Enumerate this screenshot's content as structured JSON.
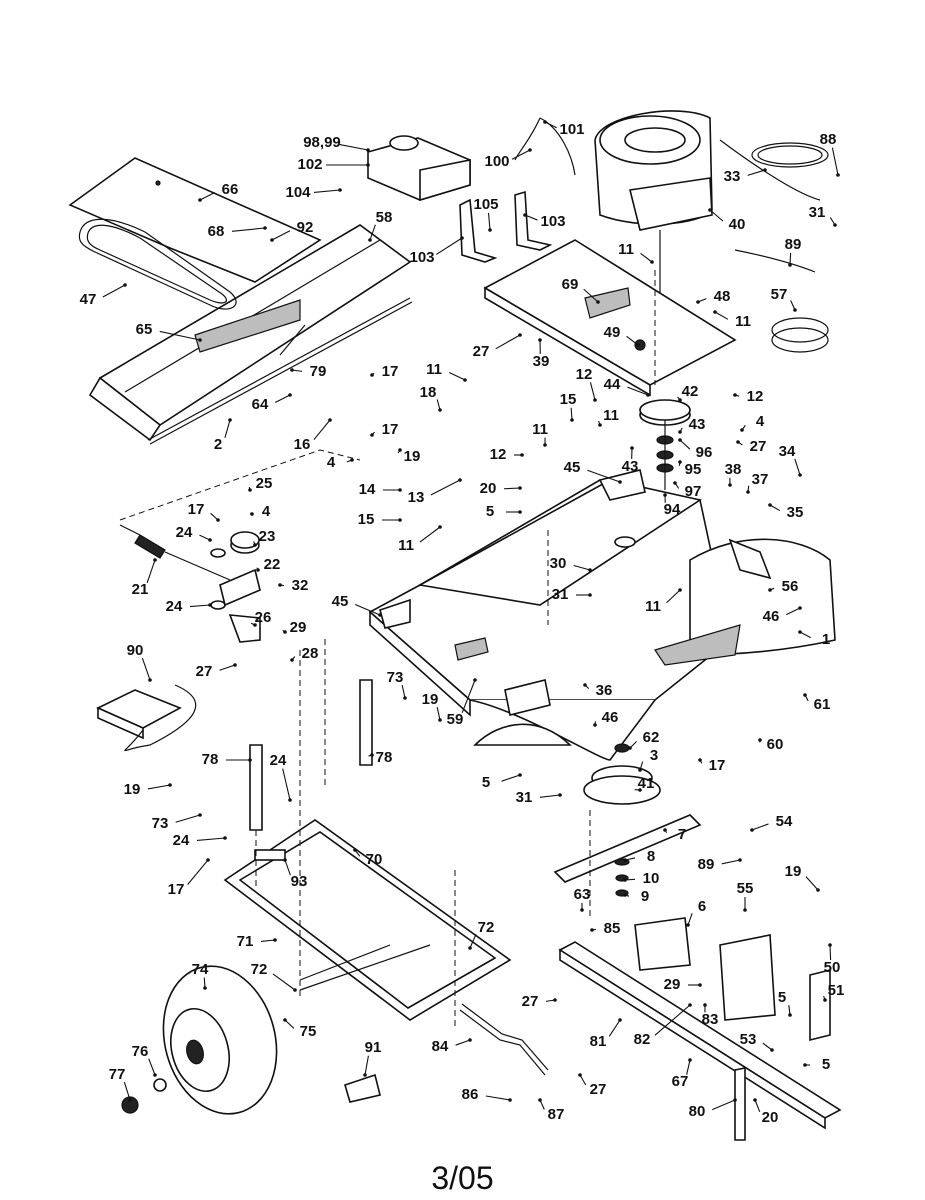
{
  "page_number": "3/05",
  "callouts": [
    {
      "id": "c1",
      "label": "98,99"
    },
    {
      "id": "c2",
      "label": "101"
    },
    {
      "id": "c3",
      "label": "88"
    },
    {
      "id": "c4",
      "label": "100"
    },
    {
      "id": "c5",
      "label": "102"
    },
    {
      "id": "c6",
      "label": "33"
    },
    {
      "id": "c7",
      "label": "66"
    },
    {
      "id": "c8",
      "label": "104"
    },
    {
      "id": "c9",
      "label": "105"
    },
    {
      "id": "c10",
      "label": "103"
    },
    {
      "id": "c11",
      "label": "40"
    },
    {
      "id": "c12",
      "label": "31"
    },
    {
      "id": "c13",
      "label": "68"
    },
    {
      "id": "c14",
      "label": "92"
    },
    {
      "id": "c15",
      "label": "58"
    },
    {
      "id": "c16",
      "label": "103"
    },
    {
      "id": "c17",
      "label": "11"
    },
    {
      "id": "c18",
      "label": "89"
    },
    {
      "id": "c19",
      "label": "69"
    },
    {
      "id": "c20",
      "label": "48"
    },
    {
      "id": "c21",
      "label": "57"
    },
    {
      "id": "c22",
      "label": "47"
    },
    {
      "id": "c23",
      "label": "11"
    },
    {
      "id": "c24",
      "label": "65"
    },
    {
      "id": "c25",
      "label": "49"
    },
    {
      "id": "c26",
      "label": "27"
    },
    {
      "id": "c27",
      "label": "39"
    },
    {
      "id": "c28",
      "label": "79"
    },
    {
      "id": "c29",
      "label": "17"
    },
    {
      "id": "c30",
      "label": "11"
    },
    {
      "id": "c31",
      "label": "12"
    },
    {
      "id": "c32",
      "label": "44"
    },
    {
      "id": "c33",
      "label": "42"
    },
    {
      "id": "c34",
      "label": "12"
    },
    {
      "id": "c35",
      "label": "18"
    },
    {
      "id": "c36",
      "label": "64"
    },
    {
      "id": "c37",
      "label": "15"
    },
    {
      "id": "c38",
      "label": "11"
    },
    {
      "id": "c39",
      "label": "43"
    },
    {
      "id": "c40",
      "label": "4"
    },
    {
      "id": "c41",
      "label": "2"
    },
    {
      "id": "c42",
      "label": "17"
    },
    {
      "id": "c43",
      "label": "11"
    },
    {
      "id": "c44",
      "label": "96"
    },
    {
      "id": "c45",
      "label": "27"
    },
    {
      "id": "c46",
      "label": "16"
    },
    {
      "id": "c47",
      "label": "19"
    },
    {
      "id": "c48",
      "label": "12"
    },
    {
      "id": "c49",
      "label": "43"
    },
    {
      "id": "c50",
      "label": "95"
    },
    {
      "id": "c51",
      "label": "34"
    },
    {
      "id": "c52",
      "label": "4"
    },
    {
      "id": "c53",
      "label": "45"
    },
    {
      "id": "c54",
      "label": "38"
    },
    {
      "id": "c55",
      "label": "37"
    },
    {
      "id": "c56",
      "label": "97"
    },
    {
      "id": "c57",
      "label": "25"
    },
    {
      "id": "c58",
      "label": "14"
    },
    {
      "id": "c59",
      "label": "13"
    },
    {
      "id": "c60",
      "label": "20"
    },
    {
      "id": "c61",
      "label": "94"
    },
    {
      "id": "c62",
      "label": "35"
    },
    {
      "id": "c63",
      "label": "4"
    },
    {
      "id": "c64",
      "label": "5"
    },
    {
      "id": "c65",
      "label": "17"
    },
    {
      "id": "c66",
      "label": "23"
    },
    {
      "id": "c67",
      "label": "15"
    },
    {
      "id": "c68",
      "label": "24"
    },
    {
      "id": "c69",
      "label": "11"
    },
    {
      "id": "c70",
      "label": "22"
    },
    {
      "id": "c71",
      "label": "30"
    },
    {
      "id": "c72",
      "label": "21"
    },
    {
      "id": "c73",
      "label": "32"
    },
    {
      "id": "c74",
      "label": "56"
    },
    {
      "id": "c75",
      "label": "31"
    },
    {
      "id": "c76",
      "label": "24"
    },
    {
      "id": "c77",
      "label": "45"
    },
    {
      "id": "c78",
      "label": "11"
    },
    {
      "id": "c79",
      "label": "46"
    },
    {
      "id": "c80",
      "label": "26"
    },
    {
      "id": "c81",
      "label": "29"
    },
    {
      "id": "c82",
      "label": "90"
    },
    {
      "id": "c83",
      "label": "1"
    },
    {
      "id": "c84",
      "label": "28"
    },
    {
      "id": "c85",
      "label": "27"
    },
    {
      "id": "c86",
      "label": "73"
    },
    {
      "id": "c87",
      "label": "36"
    },
    {
      "id": "c88",
      "label": "61"
    },
    {
      "id": "c89",
      "label": "19"
    },
    {
      "id": "c90",
      "label": "59"
    },
    {
      "id": "c91",
      "label": "46"
    },
    {
      "id": "c92",
      "label": "78"
    },
    {
      "id": "c93",
      "label": "62"
    },
    {
      "id": "c94",
      "label": "60"
    },
    {
      "id": "c95",
      "label": "78"
    },
    {
      "id": "c96",
      "label": "24"
    },
    {
      "id": "c97",
      "label": "3"
    },
    {
      "id": "c98",
      "label": "41"
    },
    {
      "id": "c99",
      "label": "19"
    },
    {
      "id": "c100",
      "label": "5"
    },
    {
      "id": "c101",
      "label": "17"
    },
    {
      "id": "c102",
      "label": "31"
    },
    {
      "id": "c103",
      "label": "73"
    },
    {
      "id": "c104",
      "label": "7"
    },
    {
      "id": "c105",
      "label": "54"
    },
    {
      "id": "c106",
      "label": "24"
    },
    {
      "id": "c107",
      "label": "70"
    },
    {
      "id": "c108",
      "label": "8"
    },
    {
      "id": "c109",
      "label": "89"
    },
    {
      "id": "c110",
      "label": "17"
    },
    {
      "id": "c111",
      "label": "93"
    },
    {
      "id": "c112",
      "label": "10"
    },
    {
      "id": "c113",
      "label": "19"
    },
    {
      "id": "c114",
      "label": "55"
    },
    {
      "id": "c115",
      "label": "9"
    },
    {
      "id": "c116",
      "label": "72"
    },
    {
      "id": "c117",
      "label": "63"
    },
    {
      "id": "c118",
      "label": "6"
    },
    {
      "id": "c119",
      "label": "71"
    },
    {
      "id": "c120",
      "label": "85"
    },
    {
      "id": "c121",
      "label": "74"
    },
    {
      "id": "c122",
      "label": "72"
    },
    {
      "id": "c123",
      "label": "50"
    },
    {
      "id": "c124",
      "label": "29"
    },
    {
      "id": "c125",
      "label": "51"
    },
    {
      "id": "c126",
      "label": "27"
    },
    {
      "id": "c127",
      "label": "5"
    },
    {
      "id": "c128",
      "label": "75"
    },
    {
      "id": "c129",
      "label": "81"
    },
    {
      "id": "c130",
      "label": "82"
    },
    {
      "id": "c131",
      "label": "83"
    },
    {
      "id": "c132",
      "label": "91"
    },
    {
      "id": "c133",
      "label": "84"
    },
    {
      "id": "c134",
      "label": "53"
    },
    {
      "id": "c135",
      "label": "76"
    },
    {
      "id": "c136",
      "label": "5"
    },
    {
      "id": "c137",
      "label": "77"
    },
    {
      "id": "c138",
      "label": "27"
    },
    {
      "id": "c139",
      "label": "67"
    },
    {
      "id": "c140",
      "label": "86"
    },
    {
      "id": "c141",
      "label": "87"
    },
    {
      "id": "c142",
      "label": "80"
    },
    {
      "id": "c143",
      "label": "20"
    }
  ]
}
